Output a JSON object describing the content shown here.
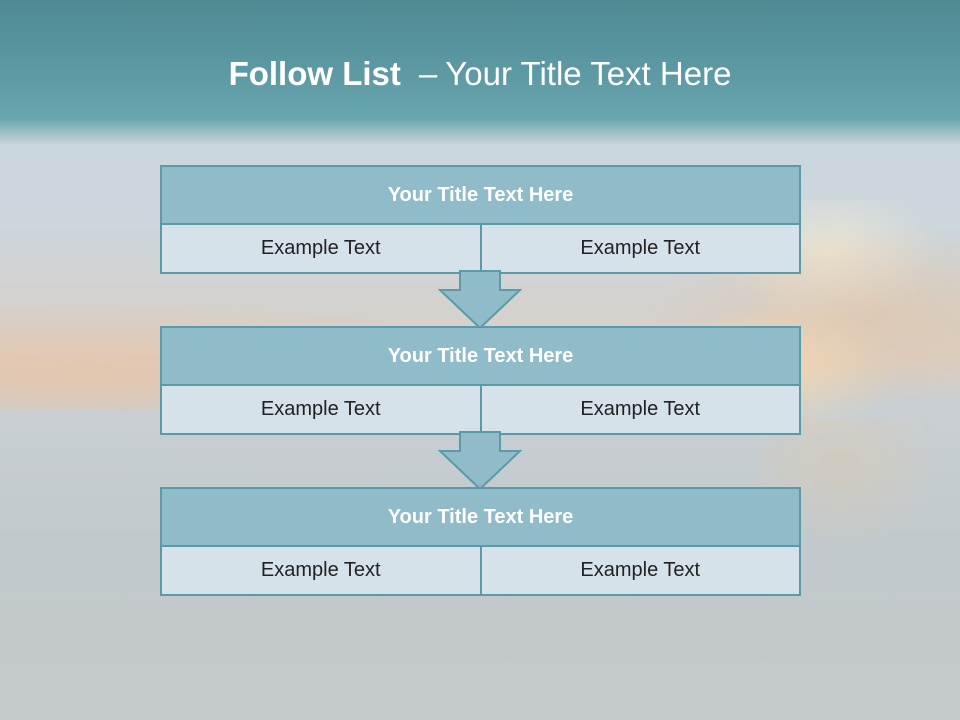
{
  "slide": {
    "title_bold": "Follow List",
    "title_separator": "–",
    "title_rest": "Your Title Text Here"
  },
  "blocks": [
    {
      "title": "Your Title Text Here",
      "left_text": "Example Text",
      "right_text": "Example Text"
    },
    {
      "title": "Your Title Text Here",
      "left_text": "Example Text",
      "right_text": "Example Text"
    },
    {
      "title": "Your Title Text Here",
      "left_text": "Example Text",
      "right_text": "Example Text"
    }
  ],
  "colors": {
    "header_band": "#5e9ba5",
    "block_header": "#8fbcc8",
    "block_body": "#d5e2ea",
    "border": "#5b9aa8",
    "arrow_fill": "#8fbcc8"
  },
  "icons": [
    "down-arrow-icon"
  ]
}
